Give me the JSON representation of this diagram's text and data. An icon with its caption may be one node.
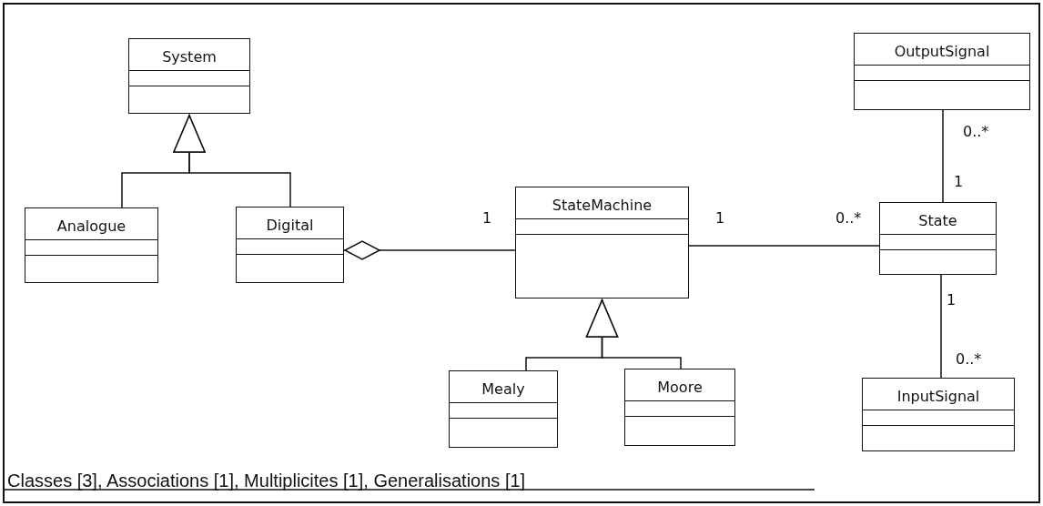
{
  "diagram": {
    "nodes": [
      {
        "text": [
          "System"
        ]
      },
      {
        "text": [
          "Analogue"
        ]
      },
      {
        "text": [
          "Digital"
        ]
      },
      {
        "text": [
          "StateMachine"
        ]
      },
      {
        "text": [
          "OutputSignal"
        ]
      },
      {
        "text": [
          "State"
        ]
      },
      {
        "text": [
          "Mealy"
        ]
      },
      {
        "text": [
          "Moore"
        ]
      },
      {
        "text": [
          "InputSignal"
        ]
      }
    ],
    "edges": [
      {
        "from": 1,
        "to": 0,
        "arrow": "to"
      },
      {
        "from": 2,
        "to": 0,
        "arrow": "to"
      },
      {
        "from": 3,
        "to": 2,
        "arrow": "other"
      },
      {
        "from": 3,
        "to": 5,
        "arrow": "none"
      },
      {
        "from": 4,
        "to": 5,
        "arrow": "none"
      },
      {
        "from": 5,
        "to": 8,
        "arrow": "none"
      },
      {
        "from": 6,
        "to": 3,
        "arrow": "to"
      },
      {
        "from": 7,
        "to": 3,
        "arrow": "to"
      }
    ],
    "labels": [
      "0..*",
      "1",
      "1",
      "1",
      "0..*",
      "1",
      "0..*",
      "Classes [3],  Associations [1],  Multiplicites [1], Generalisations [1]"
    ]
  }
}
